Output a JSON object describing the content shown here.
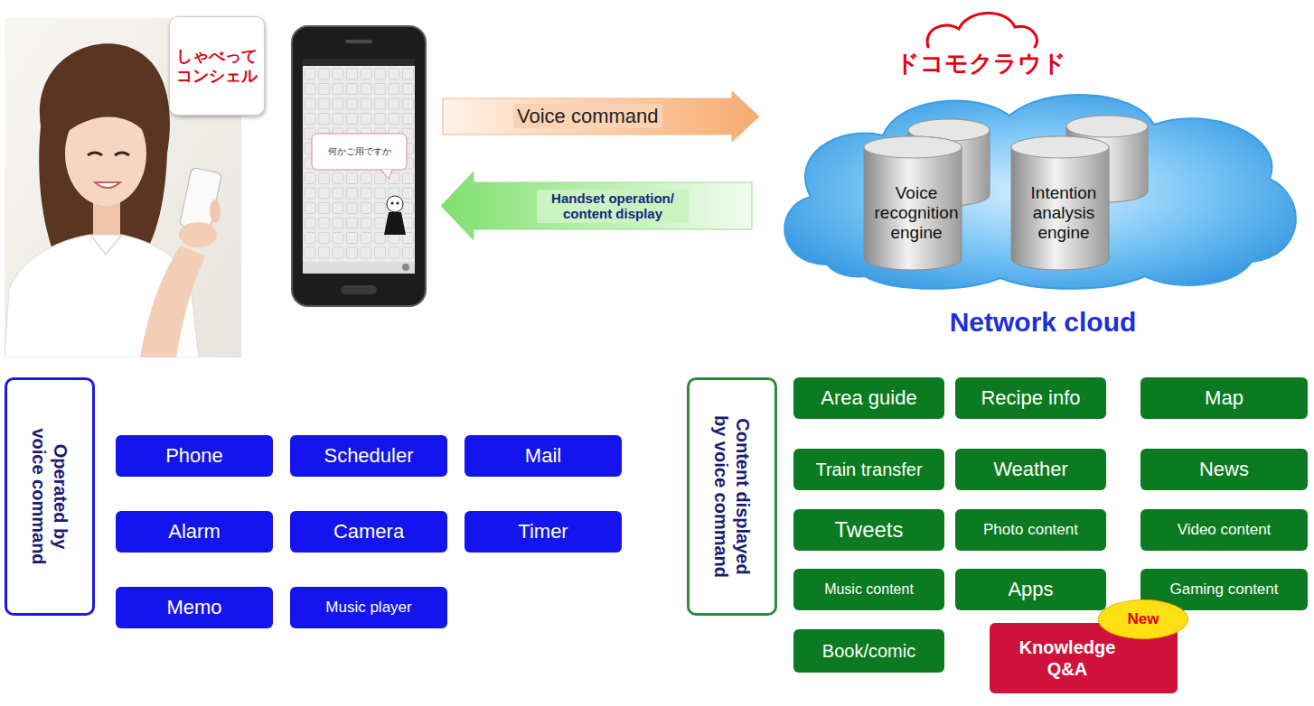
{
  "diagram": {
    "nodes": [
      {
        "text": [
          "しゃべって コンシェル"
        ]
      },
      {
        "text": [
          "何かご用ですか"
        ]
      },
      {
        "text": [
          "ドコモクラウド",
          "Network cloud"
        ]
      },
      {
        "text": [
          "Voice recognition engine"
        ],
        "in": 2
      },
      {
        "text": [
          "Intention analysis engine"
        ],
        "in": 2
      },
      {
        "text": [
          "Operated by voice command"
        ]
      },
      {
        "text": [
          "Phone"
        ]
      },
      {
        "text": [
          "Scheduler"
        ]
      },
      {
        "text": [
          "Mail"
        ]
      },
      {
        "text": [
          "Alarm"
        ]
      },
      {
        "text": [
          "Camera"
        ]
      },
      {
        "text": [
          "Timer"
        ]
      },
      {
        "text": [
          "Memo"
        ]
      },
      {
        "text": [
          "Music player"
        ]
      },
      {
        "text": [
          "Content displayed by voice command"
        ]
      },
      {
        "text": [
          "Area guide"
        ]
      },
      {
        "text": [
          "Recipe info"
        ]
      },
      {
        "text": [
          "Map"
        ]
      },
      {
        "text": [
          "Train transfer"
        ]
      },
      {
        "text": [
          "Weather"
        ]
      },
      {
        "text": [
          "News"
        ]
      },
      {
        "text": [
          "Tweets"
        ]
      },
      {
        "text": [
          "Photo content"
        ]
      },
      {
        "text": [
          "Video content"
        ]
      },
      {
        "text": [
          "Music content"
        ]
      },
      {
        "text": [
          "Apps"
        ]
      },
      {
        "text": [
          "Gaming content"
        ]
      },
      {
        "text": [
          "Book/comic"
        ]
      },
      {
        "text": [
          "Knowledge Q&A"
        ]
      },
      {
        "text": [
          "New"
        ],
        "in": 28
      }
    ],
    "edges": [
      {
        "from": 1,
        "to": 2,
        "label": "Voice command",
        "arrow": "to"
      },
      {
        "from": 2,
        "to": 1,
        "label": "Handset operation/ content display",
        "arrow": "to"
      }
    ]
  }
}
